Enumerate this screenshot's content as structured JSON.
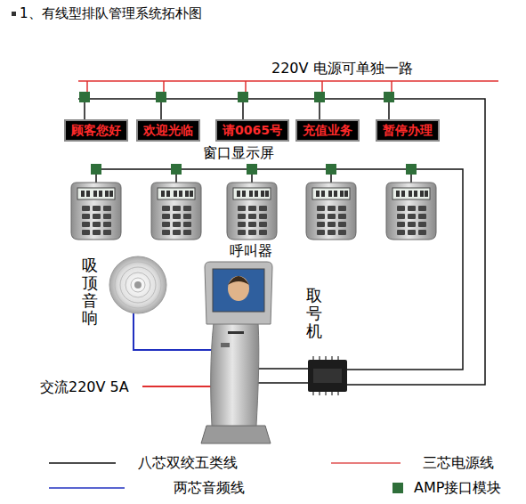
{
  "diagram": {
    "title": "1、有线型排队管理系统拓朴图",
    "nodes": [
      {
        "text": [
          "顾客您好"
        ]
      },
      {
        "text": [
          "欢迎光临"
        ]
      },
      {
        "text": [
          "请0065号"
        ]
      },
      {
        "text": [
          "充值业务"
        ]
      },
      {
        "text": [
          "暂停办理"
        ]
      }
    ],
    "labels": [
      "220V 电源可单独一路",
      "窗口显示屏",
      "呼叫器",
      "吸顶音响",
      "取号机",
      "交流220V 5A"
    ],
    "legend": [
      {
        "text": "八芯双绞五类线"
      },
      {
        "text": "三芯电源线"
      },
      {
        "text": "两芯音频线"
      },
      {
        "text": "AMP接口模块",
        "color": "#2f6f3a"
      }
    ]
  }
}
